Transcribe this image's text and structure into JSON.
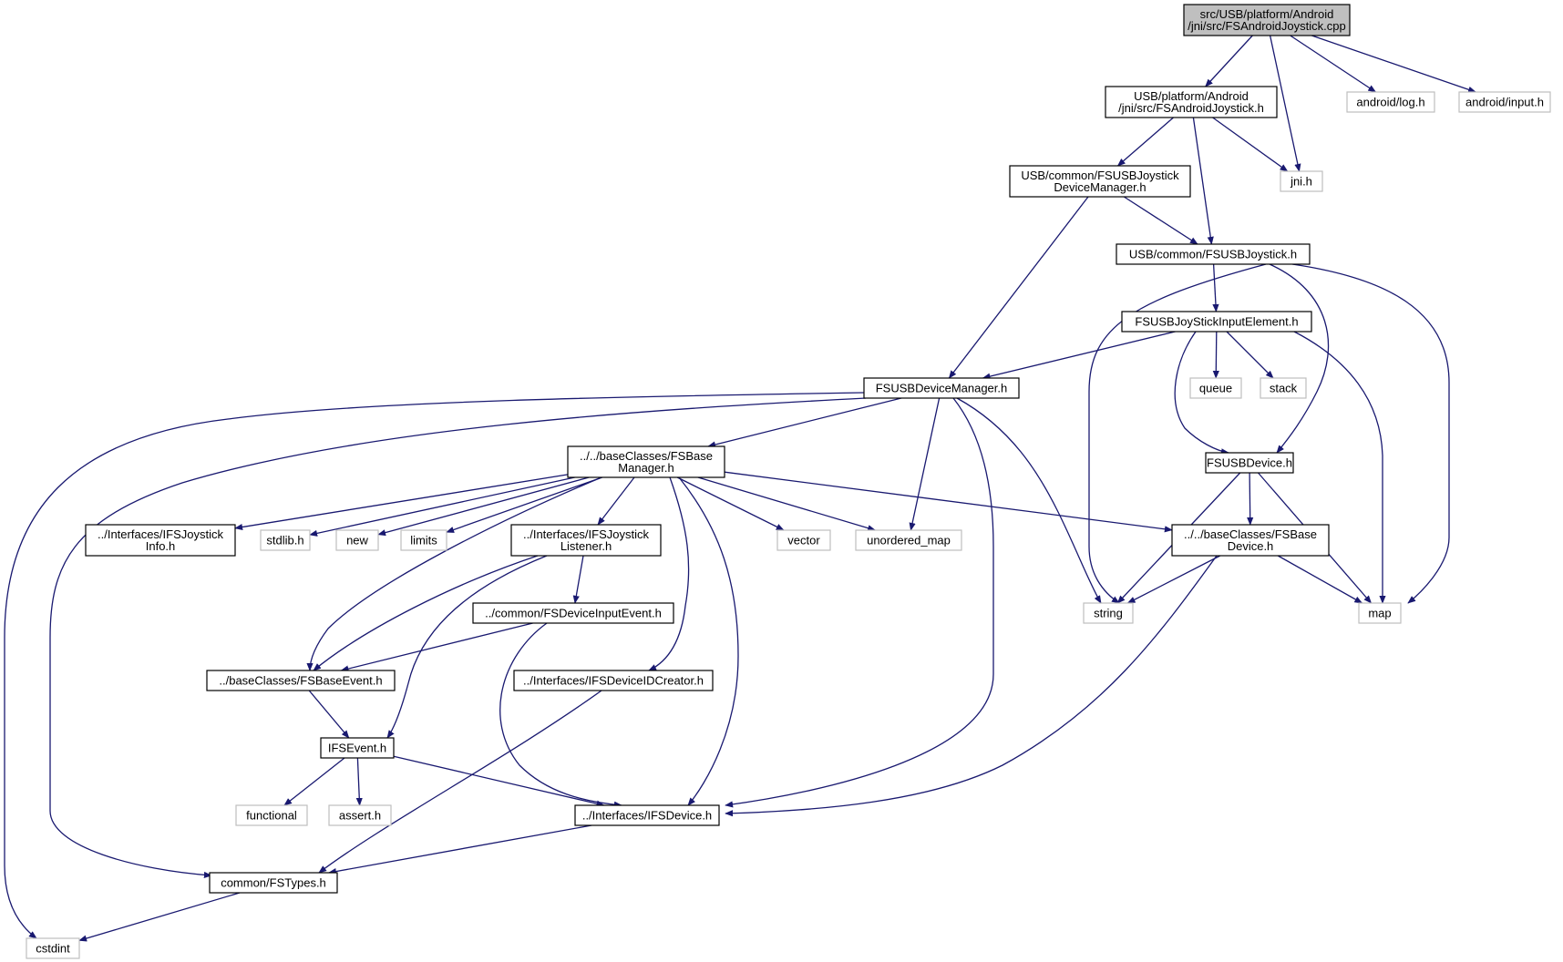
{
  "colors": {
    "edge": "#191970",
    "root_fill": "#bfbfbf",
    "doc_border": "#000000",
    "sys_border": "#bfbfbf",
    "node_fill": "#ffffff"
  },
  "nodes": [
    {
      "id": "root",
      "kind": "root",
      "lines": [
        "src/USB/platform/Android",
        "/jni/src/FSAndroidJoystick.cpp"
      ]
    },
    {
      "id": "android_joystick_h",
      "kind": "doc",
      "lines": [
        "USB/platform/Android",
        "/jni/src/FSAndroidJoystick.h"
      ]
    },
    {
      "id": "android_log_h",
      "kind": "sys",
      "lines": [
        "android/log.h"
      ]
    },
    {
      "id": "android_input_h",
      "kind": "sys",
      "lines": [
        "android/input.h"
      ]
    },
    {
      "id": "jni_h",
      "kind": "sys",
      "lines": [
        "jni.h"
      ]
    },
    {
      "id": "usb_joystick_devmgr_h",
      "kind": "doc",
      "lines": [
        "USB/common/FSUSBJoystick",
        "DeviceManager.h"
      ]
    },
    {
      "id": "usb_joystick_h",
      "kind": "doc",
      "lines": [
        "USB/common/FSUSBJoystick.h"
      ]
    },
    {
      "id": "joystick_input_element_h",
      "kind": "doc",
      "lines": [
        "FSUSBJoyStickInputElement.h"
      ]
    },
    {
      "id": "usb_devmgr_h",
      "kind": "doc",
      "lines": [
        "FSUSBDeviceManager.h"
      ]
    },
    {
      "id": "queue",
      "kind": "sys",
      "lines": [
        "queue"
      ]
    },
    {
      "id": "stack",
      "kind": "sys",
      "lines": [
        "stack"
      ]
    },
    {
      "id": "usb_device_h",
      "kind": "doc",
      "lines": [
        "FSUSBDevice.h"
      ]
    },
    {
      "id": "base_manager_h",
      "kind": "doc",
      "lines": [
        "../../baseClasses/FSBase",
        "Manager.h"
      ]
    },
    {
      "id": "ifs_joystick_info_h",
      "kind": "doc",
      "lines": [
        "../Interfaces/IFSJoystick",
        "Info.h"
      ]
    },
    {
      "id": "stdlib_h",
      "kind": "sys",
      "lines": [
        "stdlib.h"
      ]
    },
    {
      "id": "new",
      "kind": "sys",
      "lines": [
        "new"
      ]
    },
    {
      "id": "limits",
      "kind": "sys",
      "lines": [
        "limits"
      ]
    },
    {
      "id": "ifs_joystick_listener_h",
      "kind": "doc",
      "lines": [
        "../Interfaces/IFSJoystick",
        "Listener.h"
      ]
    },
    {
      "id": "vector",
      "kind": "sys",
      "lines": [
        "vector"
      ]
    },
    {
      "id": "unordered_map",
      "kind": "sys",
      "lines": [
        "unordered_map"
      ]
    },
    {
      "id": "base_device_h",
      "kind": "doc",
      "lines": [
        "../../baseClasses/FSBase",
        "Device.h"
      ]
    },
    {
      "id": "string",
      "kind": "sys",
      "lines": [
        "string"
      ]
    },
    {
      "id": "map",
      "kind": "sys",
      "lines": [
        "map"
      ]
    },
    {
      "id": "device_input_event_h",
      "kind": "doc",
      "lines": [
        "../common/FSDeviceInputEvent.h"
      ]
    },
    {
      "id": "base_event_h",
      "kind": "doc",
      "lines": [
        "../baseClasses/FSBaseEvent.h"
      ]
    },
    {
      "id": "ifs_device_id_creator_h",
      "kind": "doc",
      "lines": [
        "../Interfaces/IFSDeviceIDCreator.h"
      ]
    },
    {
      "id": "ifs_event_h",
      "kind": "doc",
      "lines": [
        "IFSEvent.h"
      ]
    },
    {
      "id": "functional",
      "kind": "sys",
      "lines": [
        "functional"
      ]
    },
    {
      "id": "assert_h",
      "kind": "sys",
      "lines": [
        "assert.h"
      ]
    },
    {
      "id": "ifs_device_h",
      "kind": "doc",
      "lines": [
        "../Interfaces/IFSDevice.h"
      ]
    },
    {
      "id": "fs_types_h",
      "kind": "doc",
      "lines": [
        "common/FSTypes.h"
      ]
    },
    {
      "id": "cstdint",
      "kind": "sys",
      "lines": [
        "cstdint"
      ]
    }
  ],
  "edges": [
    {
      "from": "root",
      "to": "android_joystick_h"
    },
    {
      "from": "root",
      "to": "jni_h"
    },
    {
      "from": "root",
      "to": "android_log_h"
    },
    {
      "from": "root",
      "to": "android_input_h"
    },
    {
      "from": "android_joystick_h",
      "to": "usb_joystick_devmgr_h"
    },
    {
      "from": "android_joystick_h",
      "to": "jni_h"
    },
    {
      "from": "android_joystick_h",
      "to": "usb_joystick_h"
    },
    {
      "from": "usb_joystick_devmgr_h",
      "to": "usb_joystick_h"
    },
    {
      "from": "usb_joystick_devmgr_h",
      "to": "usb_devmgr_h"
    },
    {
      "from": "usb_joystick_h",
      "to": "joystick_input_element_h"
    },
    {
      "from": "usb_joystick_h",
      "to": "string"
    },
    {
      "from": "usb_joystick_h",
      "to": "usb_device_h"
    },
    {
      "from": "usb_joystick_h",
      "to": "map"
    },
    {
      "from": "joystick_input_element_h",
      "to": "usb_devmgr_h"
    },
    {
      "from": "joystick_input_element_h",
      "to": "queue"
    },
    {
      "from": "joystick_input_element_h",
      "to": "stack"
    },
    {
      "from": "joystick_input_element_h",
      "to": "usb_device_h"
    },
    {
      "from": "joystick_input_element_h",
      "to": "map"
    },
    {
      "from": "usb_devmgr_h",
      "to": "base_manager_h"
    },
    {
      "from": "usb_devmgr_h",
      "to": "unordered_map"
    },
    {
      "from": "usb_devmgr_h",
      "to": "string"
    },
    {
      "from": "usb_devmgr_h",
      "to": "ifs_device_h"
    },
    {
      "from": "usb_devmgr_h",
      "to": "fs_types_h"
    },
    {
      "from": "usb_devmgr_h",
      "to": "cstdint"
    },
    {
      "from": "usb_device_h",
      "to": "base_device_h"
    },
    {
      "from": "usb_device_h",
      "to": "string"
    },
    {
      "from": "usb_device_h",
      "to": "map"
    },
    {
      "from": "base_device_h",
      "to": "string"
    },
    {
      "from": "base_device_h",
      "to": "map"
    },
    {
      "from": "base_device_h",
      "to": "ifs_device_h"
    },
    {
      "from": "base_manager_h",
      "to": "ifs_joystick_info_h"
    },
    {
      "from": "base_manager_h",
      "to": "stdlib_h"
    },
    {
      "from": "base_manager_h",
      "to": "new"
    },
    {
      "from": "base_manager_h",
      "to": "limits"
    },
    {
      "from": "base_manager_h",
      "to": "ifs_joystick_listener_h"
    },
    {
      "from": "base_manager_h",
      "to": "vector"
    },
    {
      "from": "base_manager_h",
      "to": "unordered_map"
    },
    {
      "from": "base_manager_h",
      "to": "base_device_h"
    },
    {
      "from": "base_manager_h",
      "to": "base_event_h"
    },
    {
      "from": "base_manager_h",
      "to": "ifs_device_id_creator_h"
    },
    {
      "from": "base_manager_h",
      "to": "ifs_device_h"
    },
    {
      "from": "ifs_joystick_listener_h",
      "to": "device_input_event_h"
    },
    {
      "from": "ifs_joystick_listener_h",
      "to": "base_event_h"
    },
    {
      "from": "ifs_joystick_listener_h",
      "to": "ifs_event_h"
    },
    {
      "from": "device_input_event_h",
      "to": "base_event_h"
    },
    {
      "from": "device_input_event_h",
      "to": "ifs_device_h"
    },
    {
      "from": "base_event_h",
      "to": "ifs_event_h"
    },
    {
      "from": "ifs_device_id_creator_h",
      "to": "fs_types_h"
    },
    {
      "from": "ifs_event_h",
      "to": "functional"
    },
    {
      "from": "ifs_event_h",
      "to": "assert_h"
    },
    {
      "from": "ifs_event_h",
      "to": "ifs_device_h"
    },
    {
      "from": "ifs_device_h",
      "to": "fs_types_h"
    },
    {
      "from": "fs_types_h",
      "to": "cstdint"
    }
  ]
}
